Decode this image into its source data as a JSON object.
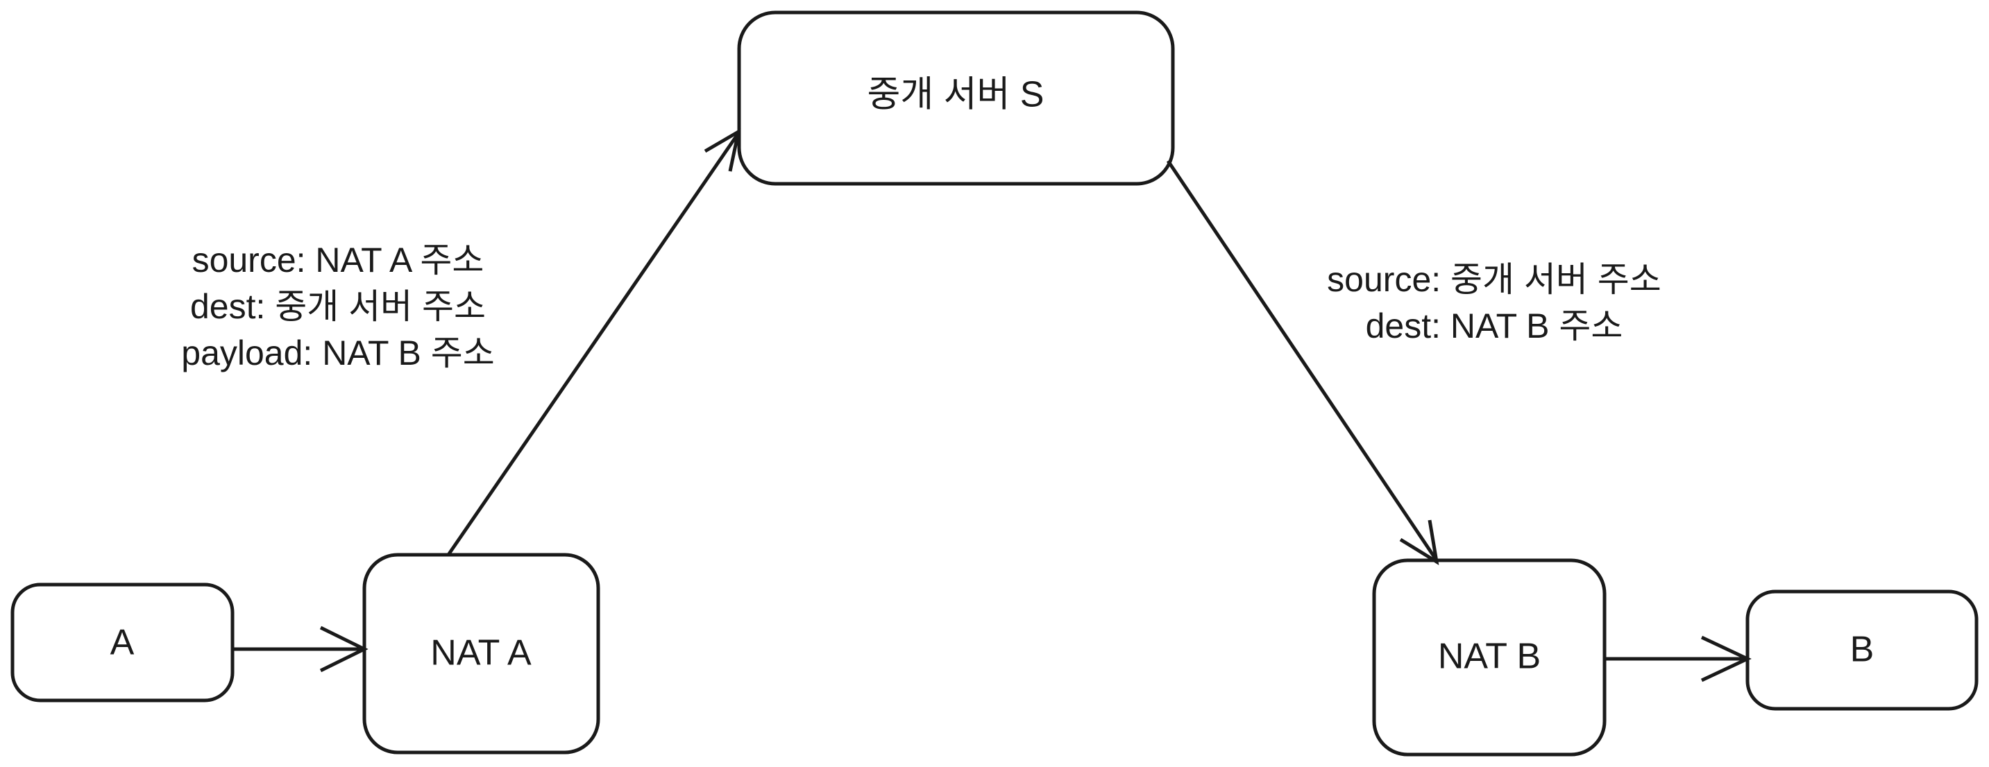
{
  "diagram": {
    "type": "network-flow-diagram",
    "background_color": "#ffffff",
    "stroke_color": "#1a1a1a",
    "nodes": [
      {
        "id": "client-a",
        "label": "A",
        "shape": "rounded-rect"
      },
      {
        "id": "nat-a",
        "label": "NAT A",
        "shape": "rounded-rect"
      },
      {
        "id": "relay-server",
        "label": "중개 서버 S",
        "shape": "rounded-rect"
      },
      {
        "id": "nat-b",
        "label": "NAT B",
        "shape": "rounded-rect"
      },
      {
        "id": "client-b",
        "label": "B",
        "shape": "rounded-rect"
      }
    ],
    "edges": [
      {
        "id": "a-to-nat-a",
        "from": "client-a",
        "to": "nat-a",
        "arrow": true,
        "label_id": null
      },
      {
        "id": "nat-a-to-server",
        "from": "nat-a",
        "to": "relay-server",
        "arrow": true,
        "label_id": "packet-a-to-server"
      },
      {
        "id": "server-to-nat-b",
        "from": "relay-server",
        "to": "nat-b",
        "arrow": true,
        "label_id": "packet-server-to-b"
      },
      {
        "id": "nat-b-to-b",
        "from": "nat-b",
        "to": "client-b",
        "arrow": true,
        "label_id": null
      }
    ],
    "edge_labels": {
      "packet-a-to-server": {
        "lines": [
          "source: NAT A 주소",
          "dest: 중개 서버 주소",
          "payload: NAT B 주소"
        ]
      },
      "packet-server-to-b": {
        "lines": [
          "source: 중개 서버 주소",
          "dest: NAT B 주소"
        ]
      }
    }
  }
}
